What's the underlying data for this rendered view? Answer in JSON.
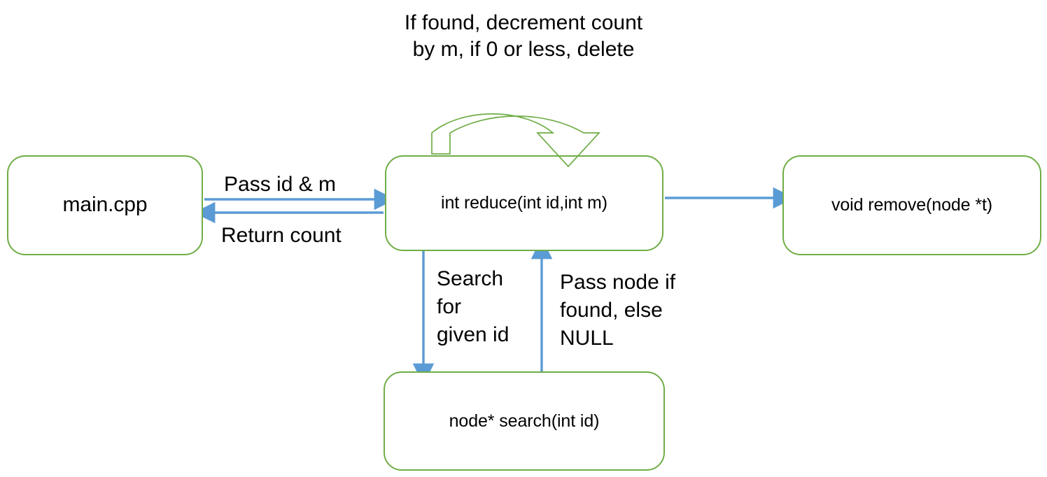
{
  "diagram": {
    "title": "If found, decrement count\nby m, if 0 or less, delete",
    "colors": {
      "node_border": "#70AD47",
      "arrow_blue": "#5B9BD5",
      "loop_green": "#70AD47",
      "text": "#000000",
      "background": "#FFFFFF"
    },
    "nodes": [
      {
        "id": "main",
        "label": "main.cpp"
      },
      {
        "id": "reduce",
        "label": "int reduce(int id,int m)"
      },
      {
        "id": "remove",
        "label": "void remove(node *t)"
      },
      {
        "id": "search",
        "label": "node* search(int id)"
      }
    ],
    "edges": [
      {
        "id": "main-to-reduce",
        "label": "Pass id & m",
        "from": "main",
        "to": "reduce",
        "direction": "right"
      },
      {
        "id": "reduce-to-main",
        "label": "Return count",
        "from": "reduce",
        "to": "main",
        "direction": "left"
      },
      {
        "id": "reduce-to-remove",
        "label": "",
        "from": "reduce",
        "to": "remove",
        "direction": "right"
      },
      {
        "id": "reduce-to-search",
        "label": "Search\nfor\ngiven id",
        "from": "reduce",
        "to": "search",
        "direction": "down"
      },
      {
        "id": "search-to-reduce",
        "label": "Pass node if\nfound, else\nNULL",
        "from": "search",
        "to": "reduce",
        "direction": "up"
      },
      {
        "id": "reduce-self-loop",
        "label": "If found, decrement count\nby m, if 0 or less, delete",
        "from": "reduce",
        "to": "reduce",
        "direction": "loop"
      }
    ]
  }
}
